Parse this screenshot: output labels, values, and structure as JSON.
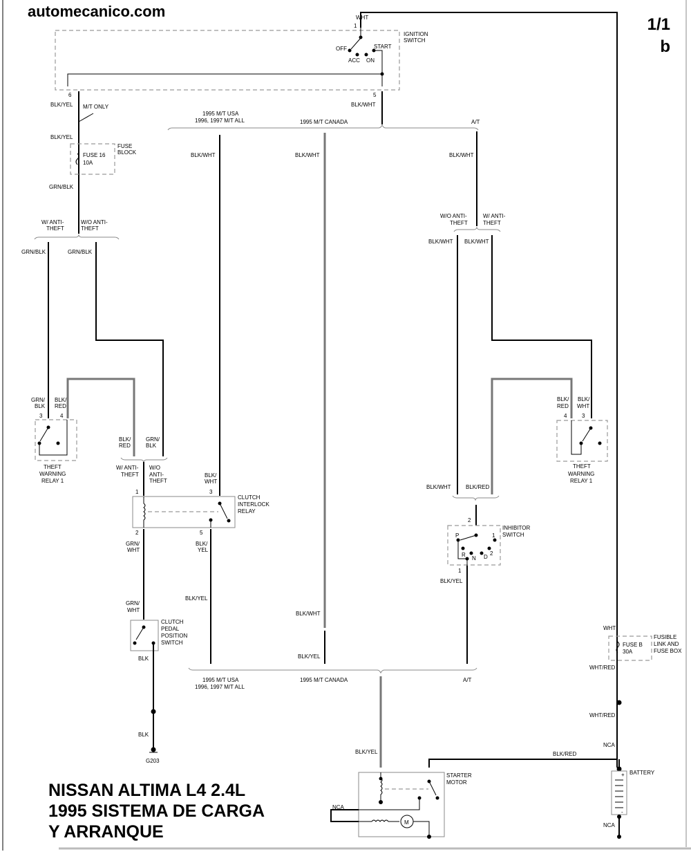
{
  "header": {
    "site": "automecanico.com",
    "page_number": "1/1",
    "page_suffix": "b"
  },
  "title": {
    "line1": "NISSAN ALTIMA L4 2.4L",
    "line2": "1995 SISTEMA DE CARGA",
    "line3": "Y ARRANQUE"
  },
  "components": {
    "ignition_switch": {
      "name1": "IGNITION",
      "name2": "SWITCH",
      "pin_in": "1",
      "pin_6": "6",
      "pin_5": "5",
      "positions": [
        "OFF",
        "ACC",
        "ON",
        "START"
      ]
    },
    "fuse_block": {
      "name1": "FUSE",
      "name2": "BLOCK",
      "fuse": "FUSE 16",
      "rating": "10A"
    },
    "theft_relay_left": {
      "name1": "THEFT",
      "name2": "WARNING",
      "name3": "RELAY 1",
      "pin_a": "3",
      "pin_b": "4"
    },
    "theft_relay_right": {
      "name1": "THEFT",
      "name2": "WARNING",
      "name3": "RELAY 1",
      "pin_a": "4",
      "pin_b": "3"
    },
    "clutch_interlock_relay": {
      "name1": "CLUTCH",
      "name2": "INTERLOCK",
      "name3": "RELAY",
      "pins": [
        "1",
        "3",
        "2",
        "5"
      ]
    },
    "clutch_pedal_switch": {
      "name1": "CLUTCH",
      "name2": "PEDAL",
      "name3": "POSITION",
      "name4": "SWITCH"
    },
    "inhibitor_switch": {
      "name1": "INHIBITOR",
      "name2": "SWITCH",
      "pin_top": "2",
      "pin_bottom": "1",
      "positions": [
        "P",
        "R",
        "N",
        "D",
        "2",
        "1"
      ]
    },
    "fusible_link": {
      "name1": "FUSIBLE",
      "name2": "LINK AND",
      "name3": "FUSE BOX",
      "fuse": "FUSE B",
      "rating": "30A"
    },
    "battery": {
      "name": "BATTERY",
      "plus": "+",
      "minus": "-"
    },
    "starter_motor": {
      "name1": "STARTER",
      "name2": "MOTOR",
      "motor_symbol": "M"
    },
    "ground": {
      "name": "G203"
    }
  },
  "wires": {
    "wht_top": "WHT",
    "blk_yel_1": "BLK/YEL",
    "mt_only": "M/T ONLY",
    "blk_yel_2": "BLK/YEL",
    "grn_blk_1": "GRN/BLK",
    "w_anti_1a": "W/ ANTI-",
    "w_anti_1b": "THEFT",
    "wo_anti_1a": "W/O ANTI-",
    "wo_anti_1b": "THEFT",
    "grn_blk_2": "GRN/BLK",
    "grn_blk_3": "GRN/BLK",
    "blk_wht_ign": "BLK/WHT",
    "split_usa_1": "1995 M/T USA",
    "split_usa_2": "1996, 1997 M/T ALL",
    "split_canada": "1995 M/T CANADA",
    "split_at": "A/T",
    "blk_wht_a": "BLK/WHT",
    "blk_wht_b": "BLK/WHT",
    "blk_wht_c": "BLK/WHT",
    "wo_anti_2a": "W/O ANTI-",
    "wo_anti_2b": "THEFT",
    "w_anti_2a": "W/ ANTI-",
    "w_anti_2b": "THEFT",
    "blk_wht_d": "BLK/WHT",
    "blk_wht_e": "BLK/WHT",
    "lrel_grn_a": "GRN/",
    "lrel_grn_b": "BLK",
    "lrel_blk_a": "BLK/",
    "lrel_blk_b": "RED",
    "blk_red_a": "BLK/",
    "blk_red_b": "RED",
    "grn_blk_a": "GRN/",
    "grn_blk_b": "BLK",
    "w_anti_3a": "W/ ANTI-",
    "w_anti_3b": "THEFT",
    "wo_anti_3a": "W/O",
    "wo_anti_3b": "ANTI-",
    "wo_anti_3c": "THEFT",
    "blk_wht_f_a": "BLK/",
    "blk_wht_f_b": "WHT",
    "rrel_blk_red_a": "BLK/",
    "rrel_blk_red_b": "RED",
    "rrel_blk_wht_a": "BLK/",
    "rrel_blk_wht_b": "WHT",
    "blk_wht_g": "BLK/WHT",
    "blk_red_g": "BLK/RED",
    "grn_wht_1a": "GRN/",
    "grn_wht_1b": "WHT",
    "blk_yel_3a": "BLK/",
    "blk_yel_3b": "YEL",
    "blk_yel_4": "BLK/YEL",
    "grn_wht_2a": "GRN/",
    "grn_wht_2b": "WHT",
    "blk_1": "BLK",
    "blk_2": "BLK",
    "blk_wht_h": "BLK/WHT",
    "blk_yel_5": "BLK/YEL",
    "blk_yel_inh": "BLK/YEL",
    "split2_usa_1": "1995 M/T USA",
    "split2_usa_2": "1996, 1997 M/T ALL",
    "split2_canada": "1995 M/T CANADA",
    "split2_at": "A/T",
    "blk_yel_starter": "BLK/YEL",
    "blk_red_batt": "BLK/RED",
    "nca_starter": "NCA",
    "wht_fuse": "WHT",
    "wht_red_1": "WHT/RED",
    "wht_red_2": "WHT/RED",
    "nca_1": "NCA",
    "nca_2": "NCA"
  }
}
